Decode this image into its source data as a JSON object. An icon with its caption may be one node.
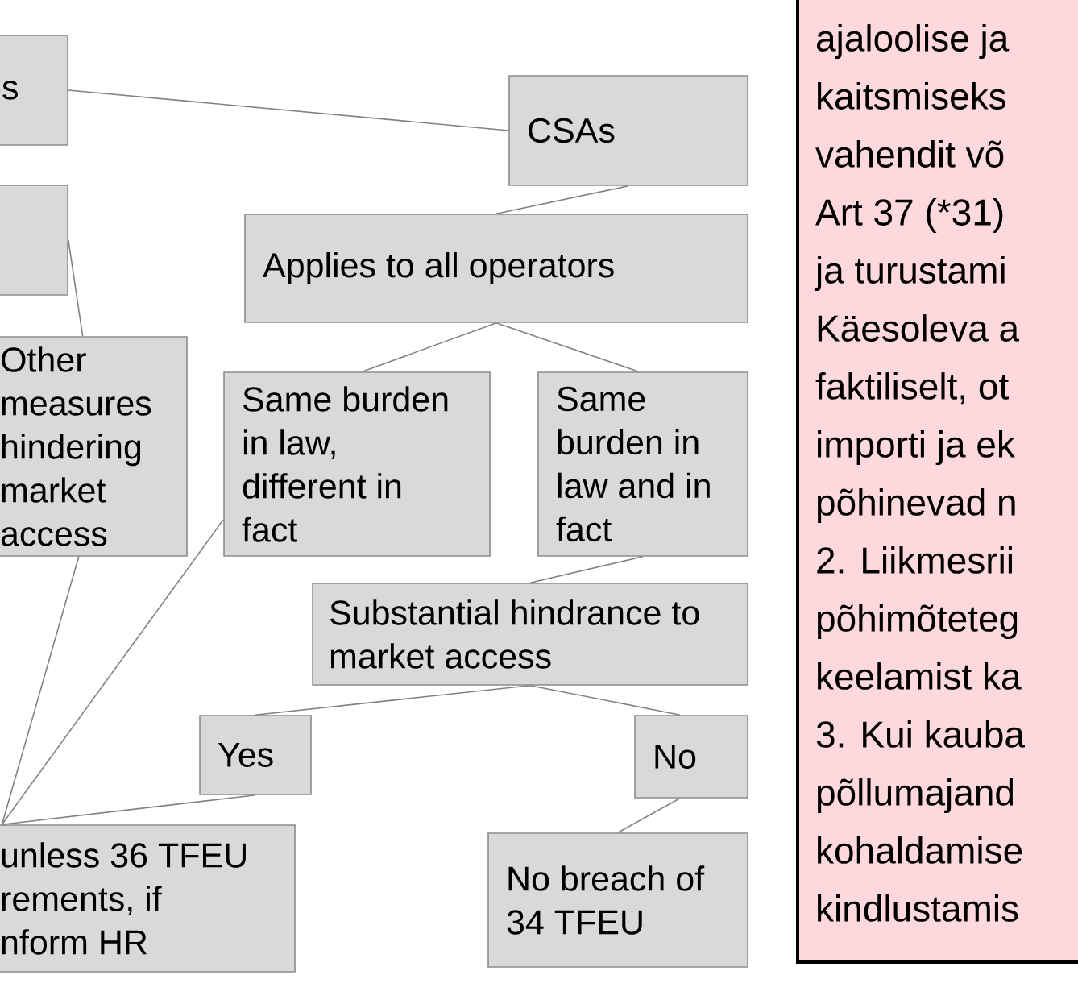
{
  "diagram": {
    "nodes": [
      {
        "text": [
          "s"
        ]
      },
      {
        "text": [
          "CSAs"
        ]
      },
      {
        "text": [],
        "shape": "box"
      },
      {
        "text": [
          "Applies to all operators"
        ]
      },
      {
        "text": [
          "Other measures hindering market access"
        ]
      },
      {
        "text": [
          "Same burden in law, different in fact"
        ]
      },
      {
        "text": [
          "Same burden in law and in fact"
        ]
      },
      {
        "text": [
          "Substantial hindrance to market access"
        ]
      },
      {
        "text": [
          "Yes"
        ]
      },
      {
        "text": [
          "No"
        ]
      },
      {
        "text": [
          "unless 36 TFEU rements, if nform HR"
        ]
      },
      {
        "text": [
          "No breach of 34 TFEU"
        ]
      },
      {
        "text": [
          "ajaloolise ja",
          "kaitsmiseks",
          "vahendit võ",
          "Art 37 (*31)",
          "ja turustami",
          "Käesoleva a",
          "faktiliselt, ot",
          "importi ja ek",
          "põhinevad n",
          "2. Liikmesrii",
          "põhimõteteg",
          "keelamist ka",
          "3. Kui kauba",
          "põllumajand",
          "kohaldamise",
          "kindlustamis"
        ]
      }
    ],
    "edges": [
      {
        "from": 0,
        "to": 1,
        "arrow": "none"
      },
      {
        "from": 1,
        "to": 3,
        "arrow": "none"
      },
      {
        "from": 3,
        "to": 5,
        "arrow": "none"
      },
      {
        "from": 3,
        "to": 6,
        "arrow": "none"
      },
      {
        "from": 2,
        "to": 4,
        "arrow": "none"
      },
      {
        "from": 6,
        "to": 7,
        "arrow": "none"
      },
      {
        "from": 7,
        "to": 8,
        "arrow": "none"
      },
      {
        "from": 7,
        "to": 9,
        "arrow": "none"
      },
      {
        "from": 9,
        "to": 11,
        "arrow": "none"
      },
      {
        "from": 8,
        "to": 10,
        "arrow": "none"
      },
      {
        "from": 4,
        "to": 10,
        "arrow": "none"
      },
      {
        "from": 5,
        "to": 10,
        "arrow": "none"
      }
    ]
  }
}
